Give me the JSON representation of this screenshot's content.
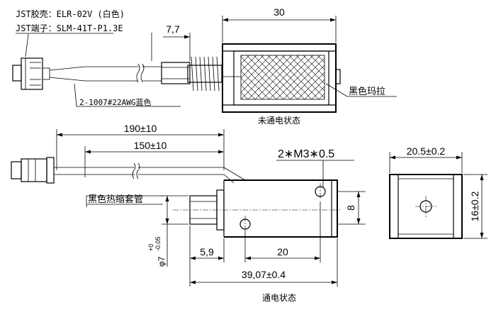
{
  "top_view": {
    "connector_housing": "JST胶壳：ELR-02V (白色)",
    "connector_terminal": "JST端子：SLM-41T-P1.3E",
    "wire_spec": "2-1007#22AWG蓝色",
    "dim_body_length": "30",
    "dim_stroke": "7,7",
    "frame_label": "黑色玛拉",
    "state_caption": "未通电状态"
  },
  "bottom_view": {
    "dim_wire_total": "190±10",
    "dim_wire_strip": "150±10",
    "sleeve_label": "黑色热缩套管",
    "mount_screws": "2∗M3∗0.5",
    "dim_frame_width": "20.5±0.2",
    "dim_frame_height": "16±0.2",
    "dim_screw_spacing": "8",
    "dim_plunger_ext": "5,9",
    "dim_screw_offset": "20",
    "dim_overall": "39,07±0.4",
    "dim_plunger_dia": "φ7",
    "dim_plunger_tol_upper": "+0",
    "dim_plunger_tol_lower": "-0.05",
    "state_caption": "通电状态"
  }
}
